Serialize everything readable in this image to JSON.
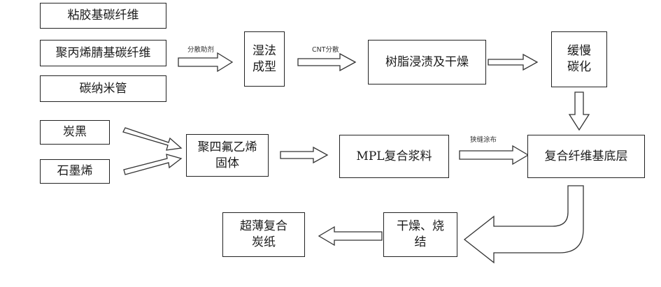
{
  "diagram": {
    "nodes": {
      "viscose": "粘胶基碳纤维",
      "pan": "聚丙烯腈基碳纤维",
      "cnt": "碳纳米管",
      "wetlaid": "湿法\n成型",
      "resin": "树脂浸渍及干燥",
      "slowcarb": "缓慢\n碳化",
      "carbonblack": "炭黑",
      "graphene": "石墨烯",
      "ptfe": "聚四氟乙烯\n固体",
      "mpl": "MPL复合浆料",
      "substrate": "复合纤维基底层",
      "drysinter": "干燥、烧\n结",
      "paper": "超薄复合\n炭纸"
    },
    "edge_labels": {
      "dispersant": "分散助剂",
      "cnt_disperse": "CNT分散",
      "slot_coating": "狭缝涂布"
    }
  }
}
